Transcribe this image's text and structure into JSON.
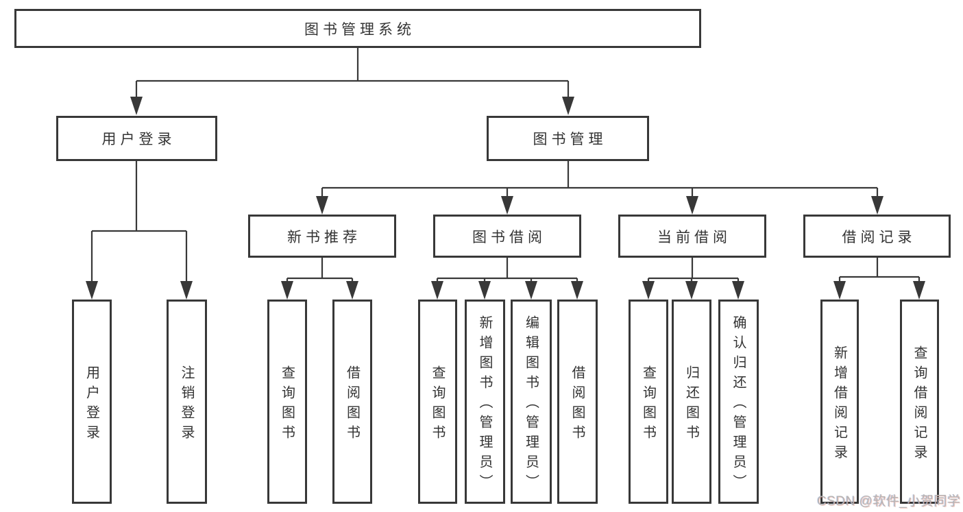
{
  "diagram": {
    "root": "图书管理系统",
    "children": [
      {
        "label": "用户登录",
        "children": [
          {
            "label": "用户登录"
          },
          {
            "label": "注销登录"
          }
        ]
      },
      {
        "label": "图书管理",
        "children": [
          {
            "label": "新书推荐",
            "children": [
              {
                "label": "查询图书"
              },
              {
                "label": "借阅图书"
              }
            ]
          },
          {
            "label": "图书借阅",
            "children": [
              {
                "label": "查询图书"
              },
              {
                "label": "新增图书（管理员）"
              },
              {
                "label": "编辑图书（管理员）"
              },
              {
                "label": "借阅图书"
              }
            ]
          },
          {
            "label": "当前借阅",
            "children": [
              {
                "label": "查询图书"
              },
              {
                "label": "归还图书"
              },
              {
                "label": "确认归还（管理员）"
              }
            ]
          },
          {
            "label": "借阅记录",
            "children": [
              {
                "label": "新增借阅记录"
              },
              {
                "label": "查询借阅记录"
              }
            ]
          }
        ]
      }
    ]
  },
  "watermark": {
    "text": "CSDN @软件_小贺同学"
  },
  "colors": {
    "line": "#383838",
    "box_border": "#383838",
    "text": "#333333",
    "watermark": "#b5b5b5",
    "background": "#ffffff"
  }
}
